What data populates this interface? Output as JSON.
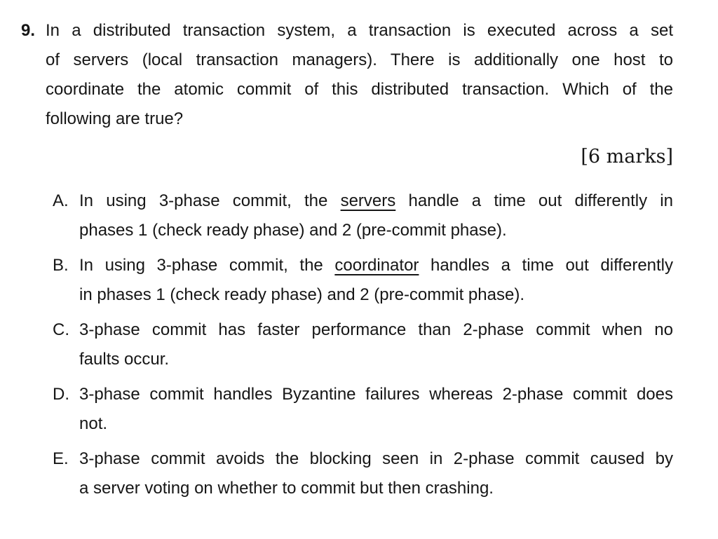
{
  "page": {
    "background_color": "#ffffff",
    "text_color": "#161616"
  },
  "question": {
    "number": "9.",
    "lines": [
      "In a distributed transaction system, a transaction is executed across a set",
      "of servers (local transaction managers). There is additionally one host to",
      "coordinate the atomic commit of this distributed transaction. Which of the",
      "following are true?"
    ],
    "full_text": "In a distributed transaction system, a transaction is executed across a set of servers (local transaction managers). There is additionally one host to coordinate the atomic commit of this distributed transaction. Which of the following are true?",
    "marks": "[6 marks]"
  },
  "options": [
    {
      "label": "A.",
      "line1_pre": "In using 3-phase commit, the ",
      "line1_underlined": "servers",
      "line1_post": " handle a time out differently in",
      "line2": "phases 1 (check ready phase) and 2 (pre-commit phase).",
      "full_text": "In using 3-phase commit, the servers handle a time out differently in phases 1 (check ready phase) and 2 (pre-commit phase)."
    },
    {
      "label": "B.",
      "line1_pre": "In using 3-phase commit, the ",
      "line1_underlined": "coordinator",
      "line1_post": " handles a time out differently",
      "line2": "in phases 1 (check ready phase) and 2 (pre-commit phase).",
      "full_text": "In using 3-phase commit, the coordinator handles a time out differently in phases 1 (check ready phase) and 2 (pre-commit phase)."
    },
    {
      "label": "C.",
      "line1": "3-phase commit has faster performance than 2-phase commit when no",
      "line2": "faults occur.",
      "full_text": "3-phase commit has faster performance than 2-phase commit when no faults occur."
    },
    {
      "label": "D.",
      "line1": "3-phase commit handles Byzantine failures whereas 2-phase commit does",
      "line2": "not.",
      "full_text": "3-phase commit handles Byzantine failures whereas 2-phase commit does not."
    },
    {
      "label": "E.",
      "line1": "3-phase commit avoids the blocking seen in 2-phase commit caused by",
      "line2": "a server voting on whether to commit but then crashing.",
      "full_text": "3-phase commit avoids the blocking seen in 2-phase commit caused by a server voting on whether to commit but then crashing."
    }
  ]
}
